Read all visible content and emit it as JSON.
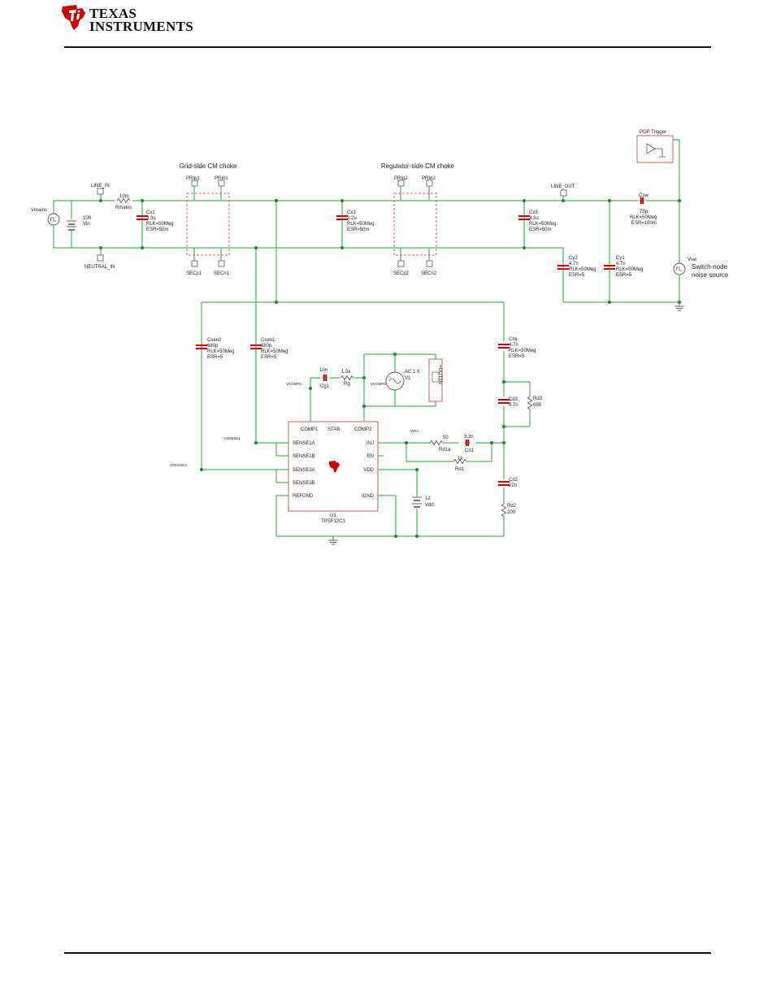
{
  "header": {
    "brand_line1": "TEXAS",
    "brand_line2": "INSTRUMENTS",
    "brand_color": "#cc0000"
  },
  "colors": {
    "wire": "#22a33a",
    "component": "#cc0000",
    "outline": "#cc3333",
    "node": "#1a8a2a"
  },
  "schematic": {
    "titles": {
      "grid_choke": "Grid-side CM choke",
      "reg_choke": "Regulator-side CM choke"
    },
    "ports": {
      "line_in": "LINE_IN",
      "neutral_in": "NEUTRAL_IN",
      "line_out": "LINE_OUT",
      "prip1": "PRIp1",
      "prin1": "PRIn1",
      "secp1": "SECp1",
      "secn1": "SECn1",
      "prip2": "PRIp2",
      "prin2": "PRIn2",
      "secp2": "SECp2",
      "secn2": "SECn2",
      "pop_trigger": "POP Trigger"
    },
    "sources": {
      "vmains": "Vmains",
      "vin_val": "100",
      "vin_name": "Vin",
      "vsw": "Vsw",
      "noise_1": "Switch-node",
      "noise_2": "noise source",
      "ac_val": "AC 1 0",
      "ac_name": "V1",
      "vdd_val": "12",
      "vdd_name": "Vdd",
      "outin": "=OUT/IN"
    },
    "components": {
      "rmains_val": "10m",
      "rmains_name": "Rmains",
      "cx1": [
        "Cx1",
        "3.3u",
        "RLK=50Meg",
        "ESR=50m"
      ],
      "cx2": [
        "Cx2",
        "2.2u",
        "RLK=50Meg",
        "ESR=50m"
      ],
      "cx3": [
        "Cx3",
        "3.3u",
        "RLK=50Meg",
        "ESR=50m"
      ],
      "csw": [
        "Csw",
        "75p",
        "RLK=50Meg",
        "ESR=100m"
      ],
      "cy2": [
        "Cy2",
        "4.7n",
        "RLK=50Meg",
        "ESR=5"
      ],
      "cy1": [
        "Cy1",
        "4.7n",
        "RLK=50Meg",
        "ESR=5"
      ],
      "csen2": [
        "Csen2",
        "680p",
        "RLK=50Meg",
        "ESR=5"
      ],
      "csen1": [
        "Csen1",
        "680p",
        "RLK=50Meg",
        "ESR=5"
      ],
      "cinj": [
        "Cinj",
        "4.7n",
        "RLK=50Meg",
        "ESR=5"
      ],
      "cg1_val": "10n",
      "cg1_name": "Cg1",
      "rg_val": "1.5k",
      "rg_name": "Rg",
      "cd3": [
        "Cd3",
        "4.7n"
      ],
      "rd3": [
        "Rd3",
        "698"
      ],
      "rd1a_val": "50",
      "rd1a_name": "Rd1a",
      "cd1_val": "3.3n",
      "cd1_name": "Cd1",
      "rd1_val": "1k",
      "rd1_name": "Rd1",
      "cd2": [
        "Cd2",
        "22n"
      ],
      "rd2": [
        "Rd2",
        "200"
      ]
    },
    "nets": {
      "vcomp1": "VCOMP1",
      "vcomp2": "VCOMP2",
      "vsense1": "VSENSE1",
      "vsense2": "VSENSE2",
      "vinj": "VINJ"
    },
    "ic": {
      "pins_top": [
        "COMP1",
        "STAB",
        "COMP2"
      ],
      "pins_left": [
        "SENSE1A",
        "SENSE1B",
        "SENSE2A",
        "SENSE2B",
        "REFGND"
      ],
      "pins_right": [
        "INJ",
        "EN",
        "VDD",
        "IGND"
      ],
      "ref": "U1",
      "part": "TPSF12C1"
    }
  }
}
